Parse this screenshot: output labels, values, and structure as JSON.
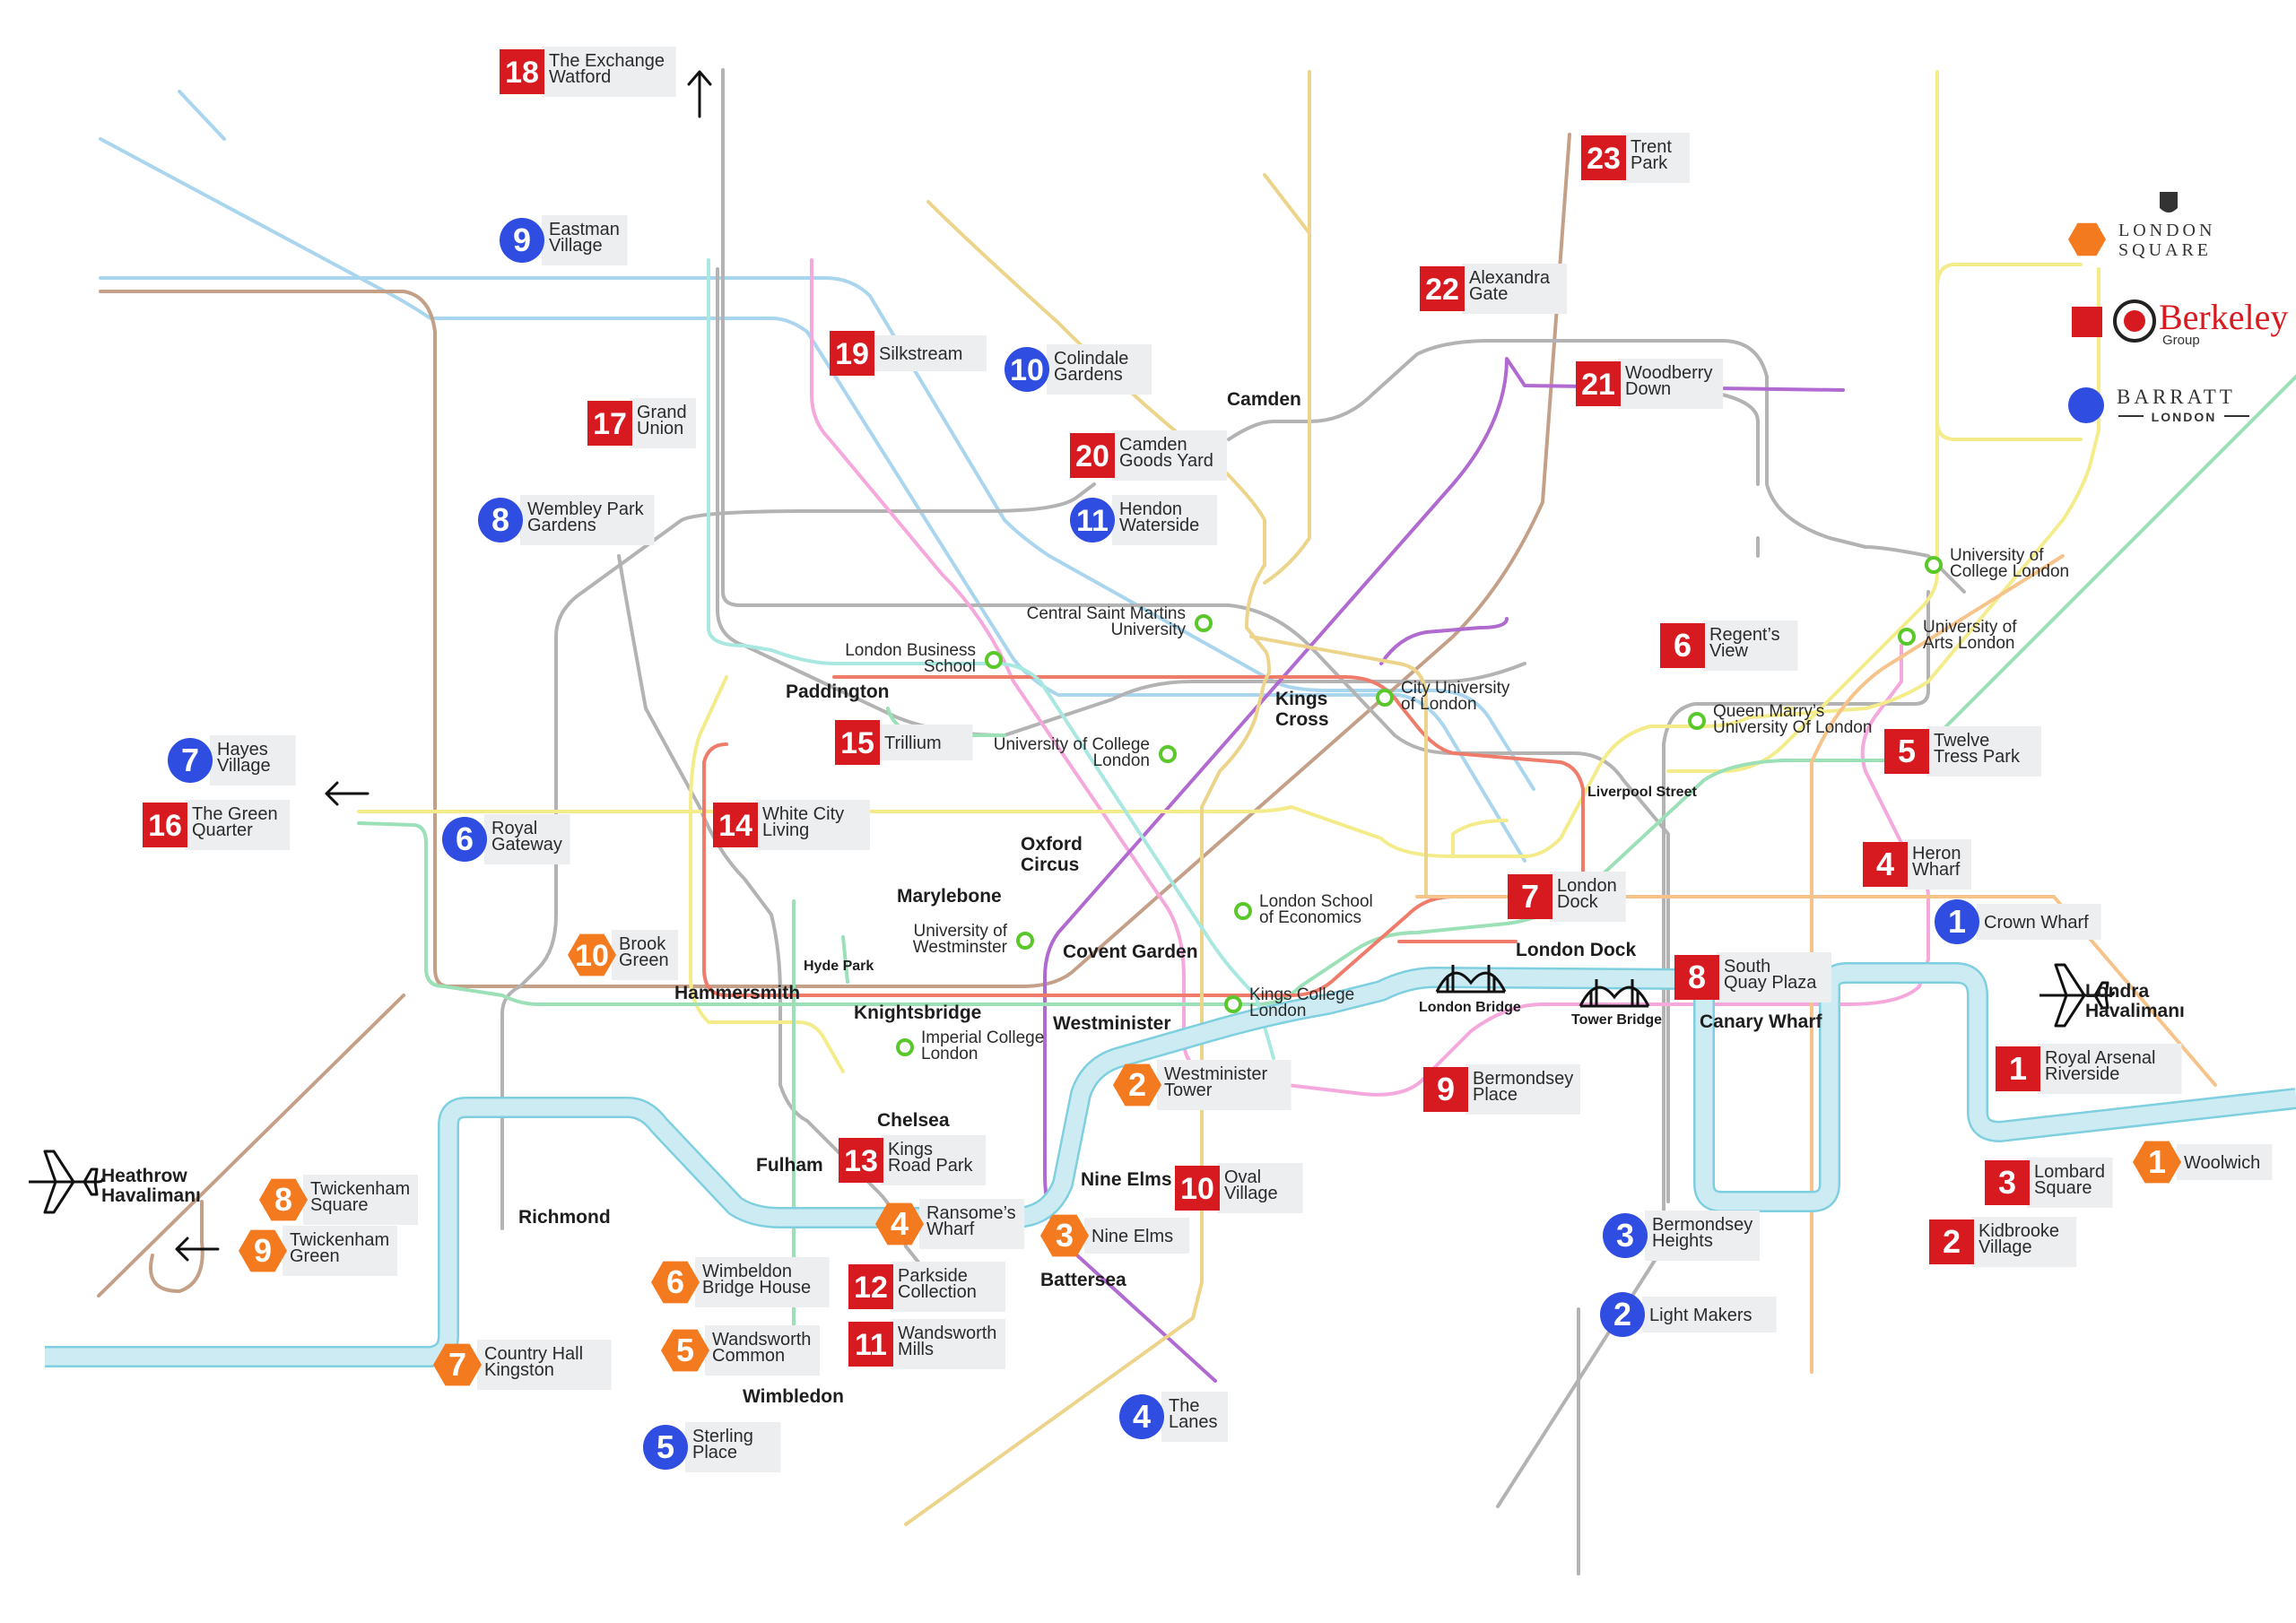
{
  "brands": {
    "london_square": {
      "line1": "LONDON",
      "line2": "SQUARE",
      "color": "#f47a20"
    },
    "berkeley": {
      "name": "Berkeley",
      "sub": "Group",
      "color": "#d71920"
    },
    "barratt": {
      "name": "BARRATT",
      "sub": "LONDON",
      "color": "#2f4de0"
    }
  },
  "line_colors": {
    "river": "#cdebf2",
    "river_edge": "#7ecfdf",
    "red": "#ef7b6b",
    "yellow": "#f4ec8a",
    "grey": "#b3b3b3",
    "brown": "#c4a088",
    "pink": "#f4a8dc",
    "purple": "#b06ad0",
    "lightblue": "#a9d6ee",
    "green": "#9be0b7",
    "gold": "#ecd48b",
    "orange": "#f6c48a",
    "teal": "#a8e8e0",
    "uni_green": "#5ac82b"
  },
  "markers": [
    {
      "brand": "berkeley",
      "num": "18",
      "label": [
        "The Exchange",
        "Watford"
      ]
    },
    {
      "brand": "barratt",
      "num": "9",
      "label": [
        "Eastman",
        "Village"
      ]
    },
    {
      "brand": "berkeley",
      "num": "19",
      "label": [
        "Silkstream"
      ]
    },
    {
      "brand": "barratt",
      "num": "10",
      "label": [
        "Colindale",
        "Gardens"
      ]
    },
    {
      "brand": "berkeley",
      "num": "17",
      "label": [
        "Grand",
        "Union"
      ]
    },
    {
      "brand": "berkeley",
      "num": "20",
      "label": [
        "Camden",
        "Goods Yard"
      ]
    },
    {
      "brand": "barratt",
      "num": "8",
      "label": [
        "Wembley Park",
        "Gardens"
      ]
    },
    {
      "brand": "barratt",
      "num": "11",
      "label": [
        "Hendon",
        "Waterside"
      ]
    },
    {
      "brand": "berkeley",
      "num": "23",
      "label": [
        "Trent",
        "Park"
      ]
    },
    {
      "brand": "berkeley",
      "num": "22",
      "label": [
        "Alexandra",
        "Gate"
      ]
    },
    {
      "brand": "berkeley",
      "num": "21",
      "label": [
        "Woodberry",
        "Down"
      ]
    },
    {
      "brand": "barratt",
      "num": "7",
      "label": [
        "Hayes",
        "Village"
      ]
    },
    {
      "brand": "berkeley",
      "num": "16",
      "label": [
        "The Green",
        "Quarter"
      ]
    },
    {
      "brand": "barratt",
      "num": "6",
      "label": [
        "Royal",
        "Gateway"
      ]
    },
    {
      "brand": "berkeley",
      "num": "15",
      "label": [
        "Trillium"
      ]
    },
    {
      "brand": "berkeley",
      "num": "14",
      "label": [
        "White City",
        "Living"
      ]
    },
    {
      "brand": "london_square",
      "num": "10",
      "label": [
        "Brook",
        "Green"
      ]
    },
    {
      "brand": "berkeley",
      "num": "6",
      "label": [
        "Regent’s",
        "View"
      ]
    },
    {
      "brand": "berkeley",
      "num": "5",
      "label": [
        "Twelve",
        "Tress Park"
      ]
    },
    {
      "brand": "berkeley",
      "num": "4",
      "label": [
        "Heron",
        "Wharf"
      ]
    },
    {
      "brand": "berkeley",
      "num": "7",
      "label": [
        "London",
        "Dock"
      ]
    },
    {
      "brand": "barratt",
      "num": "1",
      "label": [
        "Crown Wharf"
      ]
    },
    {
      "brand": "berkeley",
      "num": "8",
      "label": [
        "South",
        "Quay Plaza"
      ]
    },
    {
      "brand": "berkeley",
      "num": "1",
      "label": [
        "Royal Arsenal",
        "Riverside"
      ]
    },
    {
      "brand": "london_square",
      "num": "2",
      "label": [
        "Westminister",
        "Tower"
      ]
    },
    {
      "brand": "berkeley",
      "num": "9",
      "label": [
        "Bermondsey",
        "Place"
      ]
    },
    {
      "brand": "berkeley",
      "num": "13",
      "label": [
        "Kings",
        "Road Park"
      ]
    },
    {
      "brand": "berkeley",
      "num": "10",
      "label": [
        "Oval",
        "Village"
      ]
    },
    {
      "brand": "london_square",
      "num": "4",
      "label": [
        "Ransome’s",
        "Wharf"
      ]
    },
    {
      "brand": "london_square",
      "num": "3",
      "label": [
        "Nine Elms"
      ]
    },
    {
      "brand": "london_square",
      "num": "8",
      "label": [
        "Twickenham",
        "Square"
      ]
    },
    {
      "brand": "london_square",
      "num": "9",
      "label": [
        "Twickenham",
        "Green"
      ]
    },
    {
      "brand": "london_square",
      "num": "6",
      "label": [
        "Wimbeldon",
        "Bridge House"
      ]
    },
    {
      "brand": "berkeley",
      "num": "12",
      "label": [
        "Parkside",
        "Collection"
      ]
    },
    {
      "brand": "london_square",
      "num": "5",
      "label": [
        "Wandsworth",
        "Common"
      ]
    },
    {
      "brand": "berkeley",
      "num": "11",
      "label": [
        "Wandsworth",
        "Mills"
      ]
    },
    {
      "brand": "london_square",
      "num": "7",
      "label": [
        "Country Hall",
        "Kingston"
      ]
    },
    {
      "brand": "barratt",
      "num": "5",
      "label": [
        "Sterling",
        "Place"
      ]
    },
    {
      "brand": "barratt",
      "num": "4",
      "label": [
        "The",
        "Lanes"
      ]
    },
    {
      "brand": "barratt",
      "num": "3",
      "label": [
        "Bermondsey",
        "Heights"
      ]
    },
    {
      "brand": "barratt",
      "num": "2",
      "label": [
        "Light Makers"
      ]
    },
    {
      "brand": "berkeley",
      "num": "3",
      "label": [
        "Lombard",
        "Square"
      ]
    },
    {
      "brand": "berkeley",
      "num": "2",
      "label": [
        "Kidbrooke",
        "Village"
      ]
    },
    {
      "brand": "london_square",
      "num": "1",
      "label": [
        "Woolwich"
      ]
    }
  ],
  "universities": [
    {
      "label": [
        "Central Saint Martins",
        "University"
      ],
      "align": "end"
    },
    {
      "label": [
        "London Business",
        "School"
      ],
      "align": "end"
    },
    {
      "label": [
        "City University",
        "of London"
      ],
      "align": "start"
    },
    {
      "label": [
        "University of College",
        "London"
      ],
      "align": "end"
    },
    {
      "label": [
        "London School",
        "of Economics"
      ],
      "align": "start"
    },
    {
      "label": [
        "University of",
        "Westminster"
      ],
      "align": "end"
    },
    {
      "label": [
        "Kings College",
        "London"
      ],
      "align": "start"
    },
    {
      "label": [
        "Imperial College",
        "London"
      ],
      "align": "start"
    },
    {
      "label": [
        "University of",
        "College London"
      ],
      "align": "start"
    },
    {
      "label": [
        "University of",
        "Arts London"
      ],
      "align": "start"
    },
    {
      "label": [
        "Queen Marry’s",
        "University Of London"
      ],
      "align": "start"
    }
  ],
  "areas": [
    {
      "label": [
        "Camden"
      ],
      "size": 21
    },
    {
      "label": [
        "Paddington"
      ],
      "size": 21
    },
    {
      "label": [
        "Kings",
        "Cross"
      ],
      "size": 21
    },
    {
      "label": [
        "Oxford",
        "Circus"
      ],
      "size": 21
    },
    {
      "label": [
        "Marylebone"
      ],
      "size": 21
    },
    {
      "label": [
        "Covent Garden"
      ],
      "size": 21
    },
    {
      "label": [
        "Hyde Park"
      ],
      "size": 16
    },
    {
      "label": [
        "Hammersmith"
      ],
      "size": 21
    },
    {
      "label": [
        "Knightsbridge"
      ],
      "size": 21
    },
    {
      "label": [
        "Westminister"
      ],
      "size": 21
    },
    {
      "label": [
        "Chelsea"
      ],
      "size": 21
    },
    {
      "label": [
        "Fulham"
      ],
      "size": 21
    },
    {
      "label": [
        "Nine Elms"
      ],
      "size": 21
    },
    {
      "label": [
        "Battersea"
      ],
      "size": 21
    },
    {
      "label": [
        "Richmond"
      ],
      "size": 21
    },
    {
      "label": [
        "Wimbledon"
      ],
      "size": 21
    },
    {
      "label": [
        "Liverpool Street"
      ],
      "size": 16
    },
    {
      "label": [
        "London Dock"
      ],
      "size": 21
    },
    {
      "label": [
        "Canary Wharf"
      ],
      "size": 21
    },
    {
      "label": [
        "London Bridge"
      ],
      "size": 16
    },
    {
      "label": [
        "Tower Bridge"
      ],
      "size": 16
    }
  ],
  "airports": [
    {
      "label": [
        "Heathrow",
        "Havalimanı"
      ]
    },
    {
      "label": [
        "Londra",
        "Havalimanı"
      ]
    }
  ]
}
